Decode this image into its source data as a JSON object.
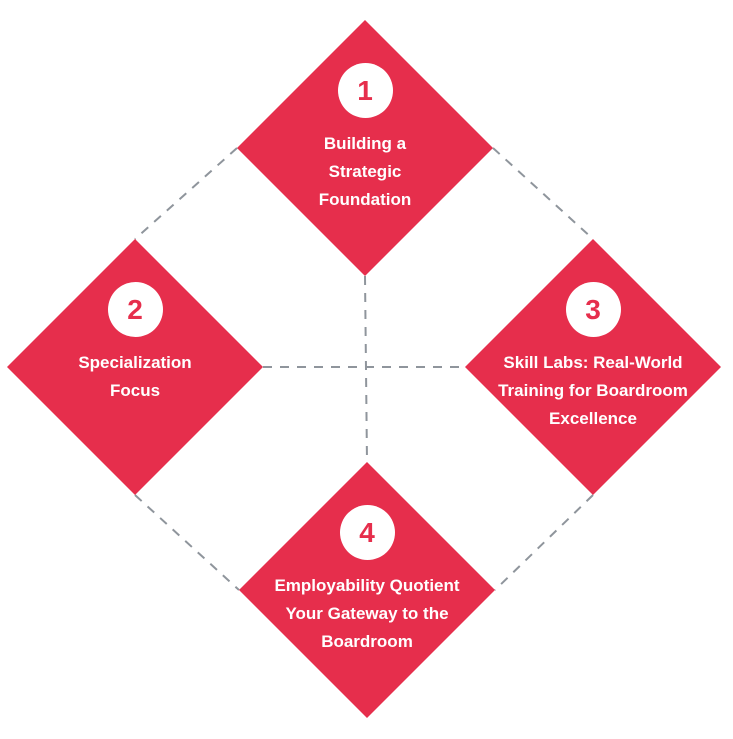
{
  "diagram": {
    "type": "diamond-process-diagram",
    "colors": {
      "diamond_fill": "#e62e4c",
      "number_text": "#e62e4c",
      "label_text": "#ffffff",
      "circle_fill": "#ffffff",
      "connector": "#8f959c",
      "background": "#ffffff"
    },
    "steps": [
      {
        "number": "1",
        "position": "top",
        "label": "Building a Strategic Foundation",
        "lines": [
          "Building a",
          "Strategic",
          "Foundation"
        ]
      },
      {
        "number": "2",
        "position": "left",
        "label": "Specialization Focus",
        "lines": [
          "Specialization",
          "Focus"
        ]
      },
      {
        "number": "3",
        "position": "right",
        "label": "Skill Labs: Real-World Training for Boardroom Excellence",
        "lines": [
          "Skill Labs: Real-World",
          "Training for Boardroom",
          "Excellence"
        ]
      },
      {
        "number": "4",
        "position": "bottom",
        "label": "Employability Quotient Your Gateway to the Boardroom",
        "lines": [
          "Employability Quotient",
          "Your Gateway to the",
          "Boardroom"
        ]
      }
    ]
  }
}
